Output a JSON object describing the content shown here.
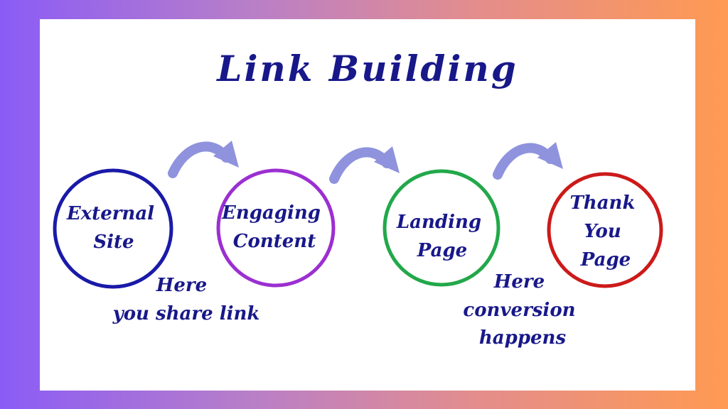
{
  "title": "Link Building",
  "steps": [
    {
      "lines": [
        "External",
        "Site"
      ],
      "color": "#1a1aa8"
    },
    {
      "lines": [
        "Engaging",
        "Content"
      ],
      "color": "#9b2fd1"
    },
    {
      "lines": [
        "Landing",
        "Page"
      ],
      "color": "#22a84a"
    },
    {
      "lines": [
        "Thank",
        "You",
        "Page"
      ],
      "color": "#cc1a1a"
    }
  ],
  "notes": [
    {
      "lines": [
        "Here",
        "you share link"
      ]
    },
    {
      "lines": [
        "Here",
        "conversion",
        "happens"
      ]
    }
  ],
  "arrow_color": "#8f93dd",
  "text_color": "#18188a"
}
